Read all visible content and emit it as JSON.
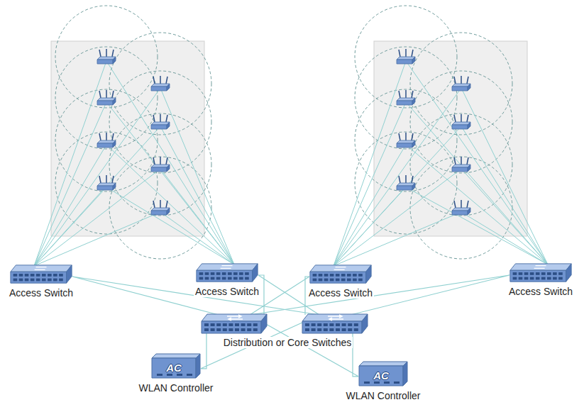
{
  "diagram": {
    "nodes": [
      {
        "text": [
          "Access Switch"
        ]
      },
      {
        "text": [
          "Access Switch"
        ]
      },
      {
        "text": [
          "Access Switch"
        ]
      },
      {
        "text": [
          "Access Switch"
        ]
      },
      {
        "text": [
          "Distribution or Core Switches"
        ]
      },
      {
        "text": [
          "AC",
          "WLAN Controller"
        ]
      },
      {
        "text": [
          "AC",
          "WLAN Controller"
        ]
      }
    ],
    "edges": [
      {
        "from": 0,
        "to": 4,
        "arrow": "none"
      },
      {
        "from": 1,
        "to": 4,
        "arrow": "none"
      },
      {
        "from": 2,
        "to": 4,
        "arrow": "none"
      },
      {
        "from": 3,
        "to": 4,
        "arrow": "none"
      },
      {
        "from": 4,
        "to": 5,
        "arrow": "none"
      },
      {
        "from": 4,
        "to": 6,
        "arrow": "none"
      }
    ]
  }
}
